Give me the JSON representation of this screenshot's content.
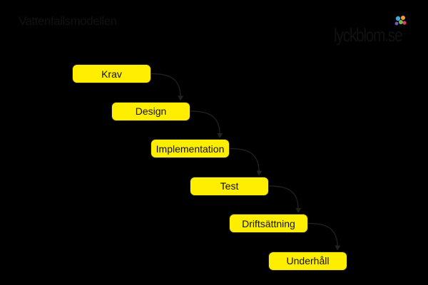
{
  "title": "Vattenfallsmodellen",
  "logo": {
    "text": "lyckblom.se",
    "mark": "flower-icon"
  },
  "colors": {
    "background": "#000000",
    "box_fill": "#ffee00",
    "box_border": "#222222",
    "arrow": "#222222",
    "text": "#111111"
  },
  "steps": [
    {
      "label": "Krav"
    },
    {
      "label": "Design"
    },
    {
      "label": "Implementation"
    },
    {
      "label": "Test"
    },
    {
      "label": "Driftsättning"
    },
    {
      "label": "Underhåll"
    }
  ]
}
